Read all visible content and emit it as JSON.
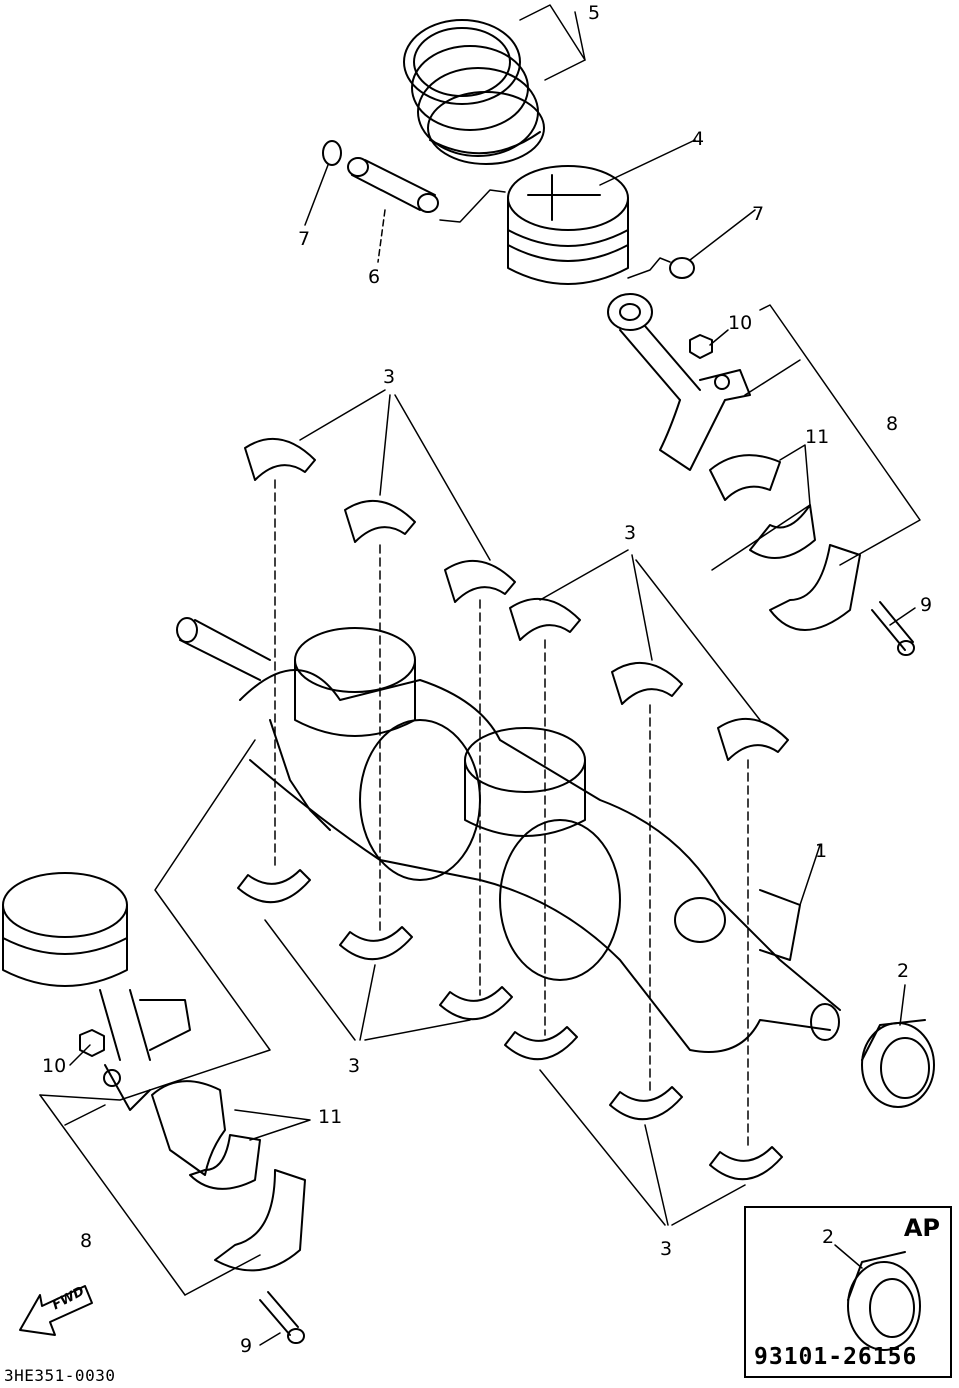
{
  "diagram": {
    "drawing_code": "3HE351-0030",
    "fwd_label": "FWD",
    "callouts": {
      "c1": "1",
      "c2": "2",
      "c3a": "3",
      "c3b": "3",
      "c3c": "3",
      "c3d": "3",
      "c4": "4",
      "c5": "5",
      "c6": "6",
      "c7a": "7",
      "c7b": "7",
      "c8a": "8",
      "c8b": "8",
      "c9a": "9",
      "c9b": "9",
      "c10a": "10",
      "c10b": "10",
      "c11a": "11",
      "c11b": "11"
    },
    "ap_box": {
      "label": "AP",
      "callout": "2",
      "part_number": "93101-26156"
    }
  }
}
